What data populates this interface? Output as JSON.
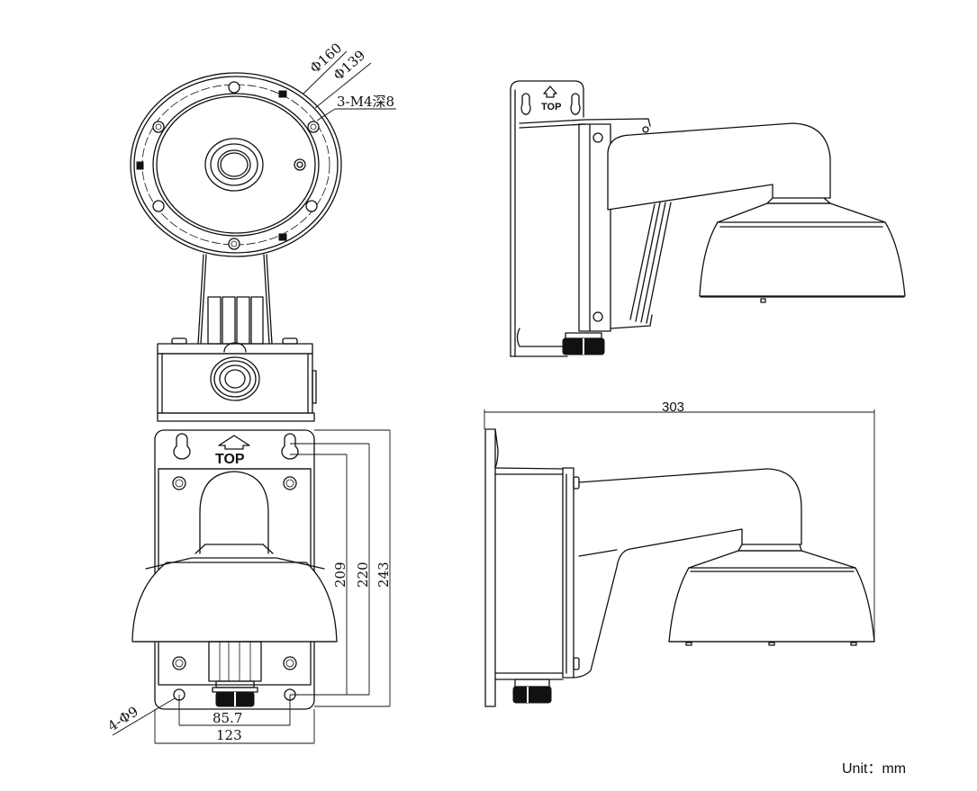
{
  "title": "Wall mount bracket dimension drawing",
  "unit_label": "Unit：mm",
  "views": {
    "top_view": {
      "labels": {
        "outer_diameter": "Φ160",
        "inner_diameter": "Φ139",
        "screw_holes": "3-M4深8"
      }
    },
    "front_view": {
      "plate_text": "TOP",
      "dimensions": {
        "height_a": "209",
        "height_b": "220",
        "height_c": "243",
        "hole_spacing": "85.7",
        "plate_width": "123",
        "mount_holes": "4-Φ9"
      }
    },
    "iso_view": {
      "plate_text": "TOP"
    },
    "side_view": {
      "dimensions": {
        "depth": "303"
      }
    }
  }
}
